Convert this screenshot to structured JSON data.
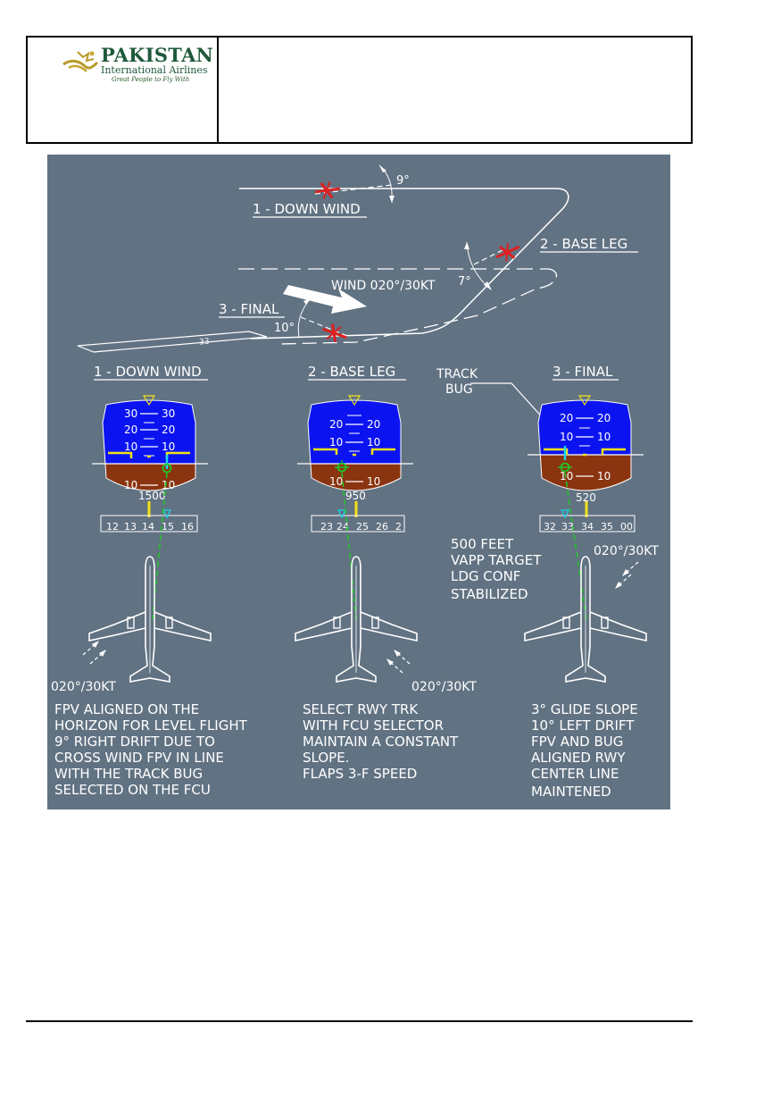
{
  "header": {
    "logo": {
      "name": "PAKISTAN",
      "subtitle": "International Airlines",
      "tagline": "Great People to Fly With"
    }
  },
  "figure": {
    "top_diagram": {
      "downwind_label": "1 - DOWN WIND",
      "downwind_angle": "9°",
      "base_label": "2 - BASE LEG",
      "base_angle": "7°",
      "wind_label": "WIND 020°/30KT",
      "final_label": "3 - FINAL",
      "final_angle": "10°",
      "runway_mark": "33"
    },
    "panels": [
      {
        "title": "1 - DOWN WIND",
        "pitch_top": [
          "30",
          "30"
        ],
        "pitch_mid": [
          "20",
          "20"
        ],
        "pitch_low": [
          "10",
          "10"
        ],
        "pitch_neg": [
          "10",
          "10"
        ],
        "altitude": "1500",
        "heading_scale": [
          "12",
          "13",
          "14",
          "15",
          "16"
        ],
        "wind": "020°/30KT",
        "notes": [
          "FPV ALIGNED ON THE",
          "HORIZON FOR LEVEL FLIGHT",
          "9° RIGHT DRIFT DUE TO",
          "CROSS WIND FPV IN LINE",
          "WITH THE TRACK BUG",
          "SELECTED ON THE FCU"
        ]
      },
      {
        "title": "2 - BASE LEG",
        "pitch_mid": [
          "20",
          "20"
        ],
        "pitch_low": [
          "10",
          "10"
        ],
        "pitch_neg": [
          "10",
          "10"
        ],
        "altitude": "950",
        "heading_scale": [
          "23",
          "24",
          "25",
          "26",
          "2"
        ],
        "wind": "020°/30KT",
        "notes": [
          "SELECT RWY TRK",
          "WITH FCU SELECTOR",
          "MAINTAIN A CONSTANT",
          "SLOPE.",
          "FLAPS 3-F SPEED"
        ]
      },
      {
        "title": "3 - FINAL",
        "track_bug_label": [
          "TRACK",
          "BUG"
        ],
        "pitch_mid": [
          "20",
          "20"
        ],
        "pitch_low": [
          "10",
          "10"
        ],
        "pitch_neg": [
          "10",
          "10"
        ],
        "altitude": "520",
        "heading_scale": [
          "32",
          "33",
          "34",
          "35",
          "00"
        ],
        "stabilized": [
          "500 FEET",
          "VAPP TARGET",
          "LDG CONF",
          "STABILIZED"
        ],
        "wind": "020°/30KT",
        "notes": [
          "3° GLIDE SLOPE",
          "10° LEFT DRIFT",
          "FPV AND BUG",
          "ALIGNED RWY",
          "CENTER LINE",
          "MAINTENED"
        ]
      }
    ],
    "colors": {
      "background": "#617282",
      "sky": "#0b14f0",
      "ground": "#8a3410",
      "fpv": "#22c32a",
      "aircraft": "#e02020",
      "yellow": "#f2e21a",
      "bug": "#18d7f0"
    }
  }
}
